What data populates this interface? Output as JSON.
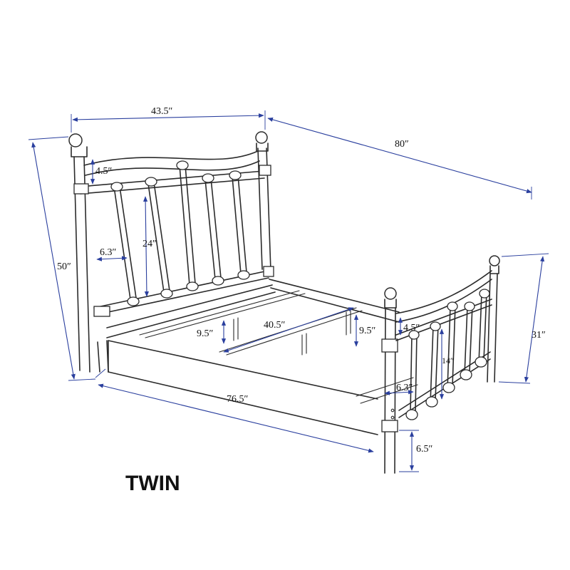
{
  "title": "TWIN",
  "dimensions": {
    "headboard_width": "43.5″",
    "length_overall": "80″",
    "headboard_height": "50″",
    "headboard_top_gap": "4.5″",
    "headboard_spindle_gap": "6.3″",
    "headboard_panel_height": "24″",
    "support_leg_height": "9.5″",
    "slat_width": "40.5″",
    "foot_leg_height_inner": "9.5″",
    "footboard_top_gap": "4.5″",
    "footboard_panel_height": "14″",
    "footboard_height": "31″",
    "footboard_spindle_gap": "6.3″",
    "side_rail_length": "76.5″",
    "floor_clearance": "6.5″"
  },
  "colors": {
    "dimension_line": "#2a3f9e",
    "frame_line": "#2b2b2b",
    "text": "#111111"
  }
}
